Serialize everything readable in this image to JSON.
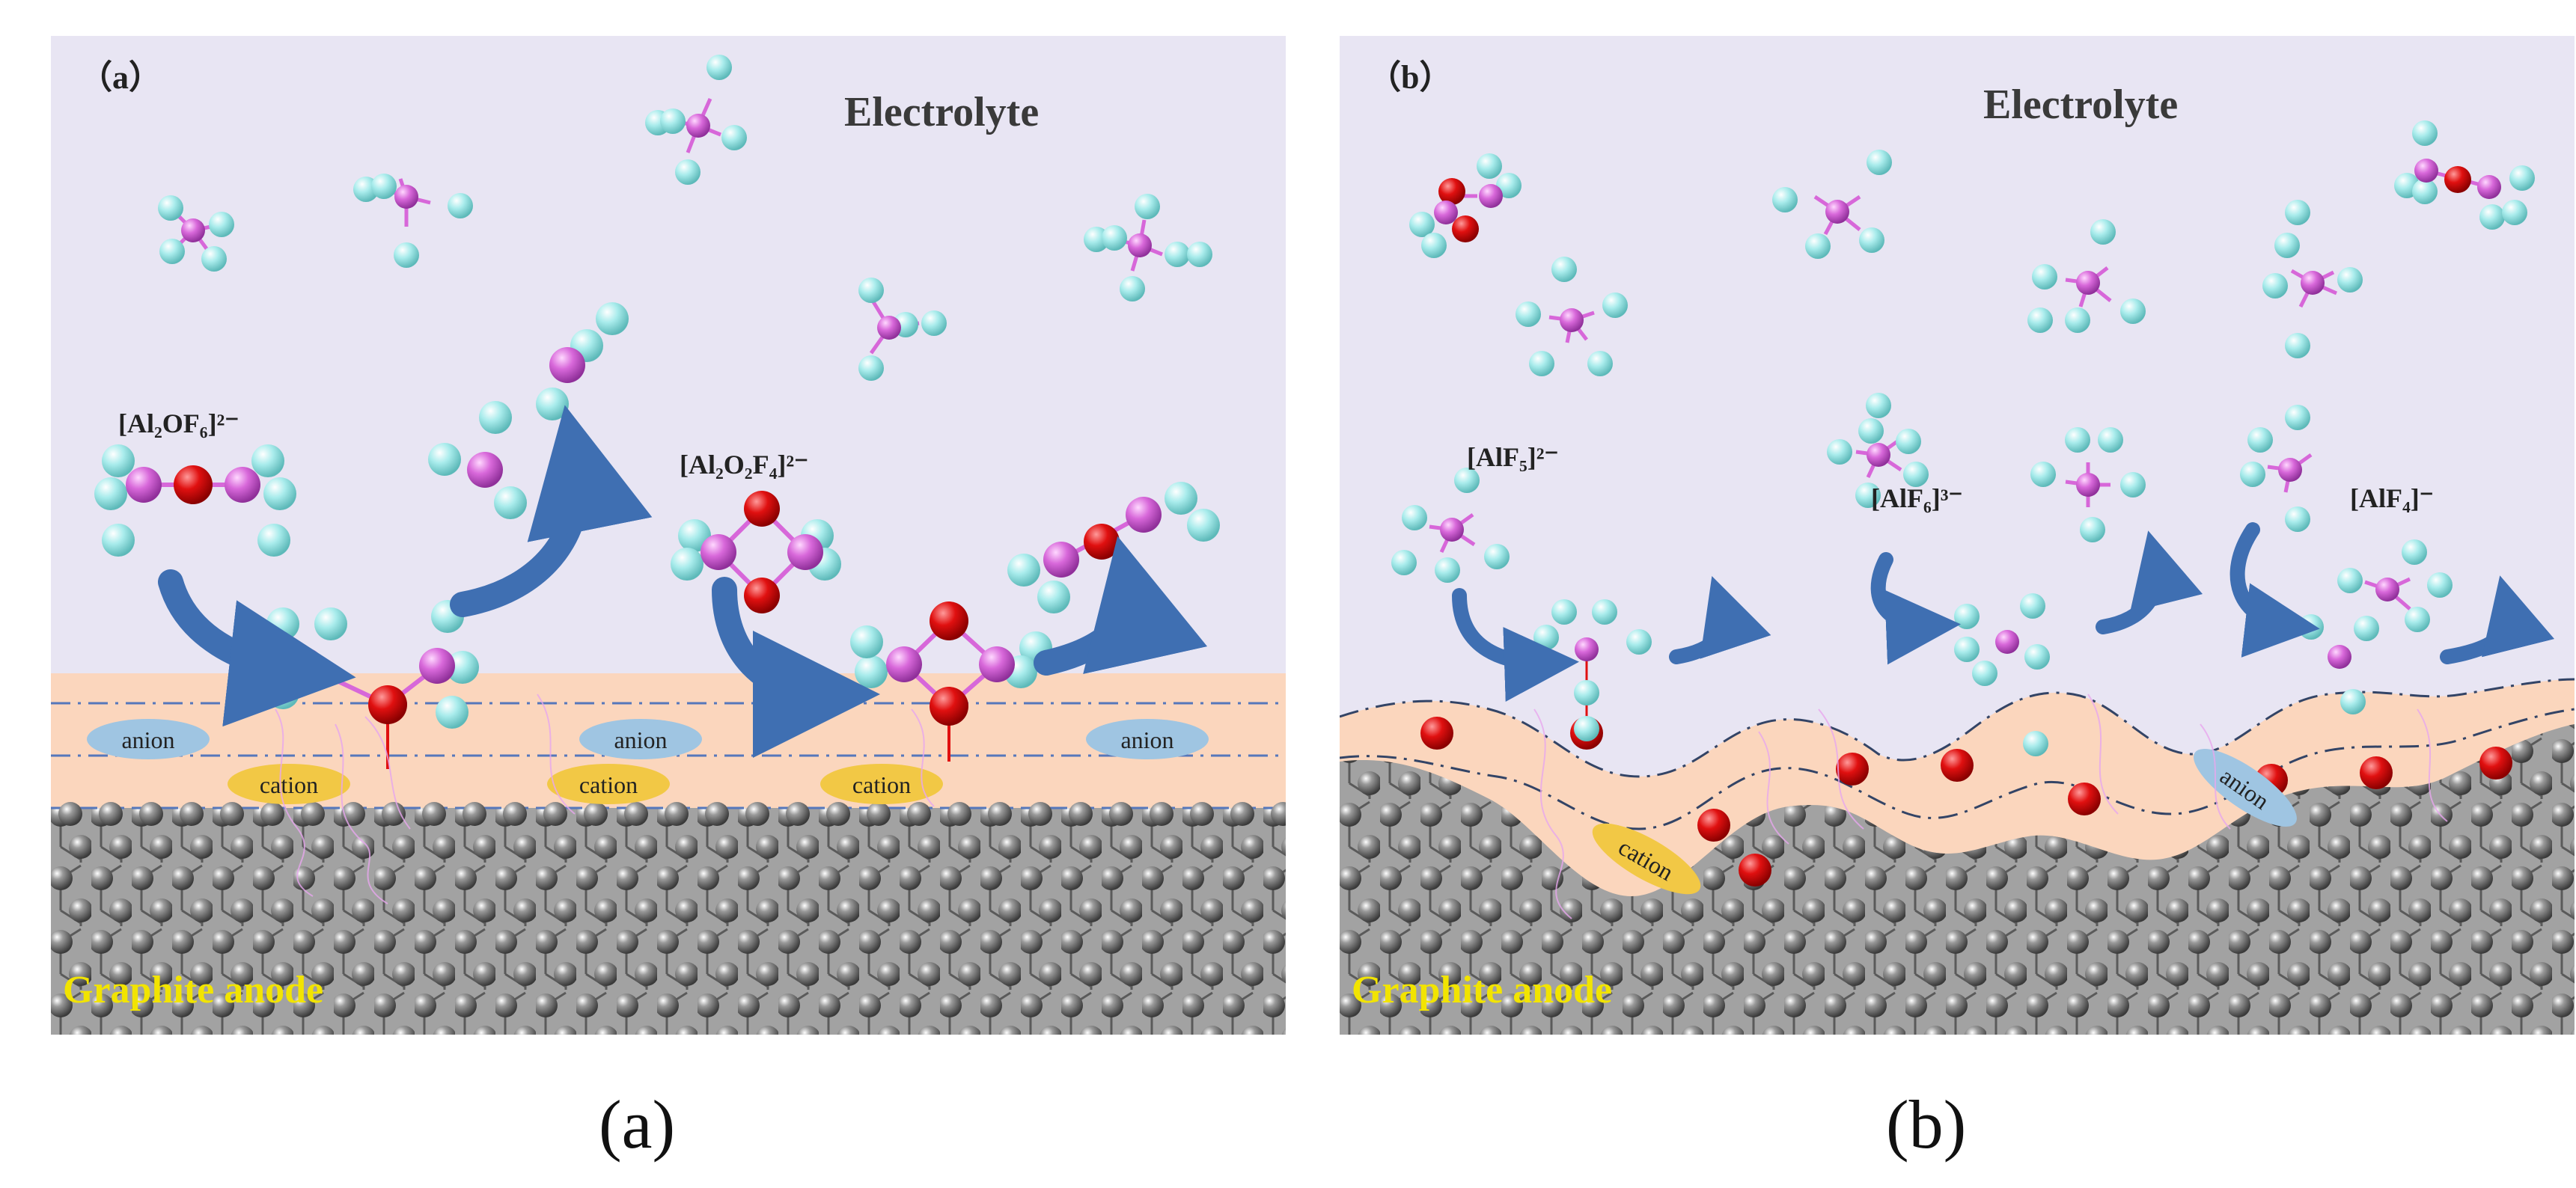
{
  "panel_a": {
    "tag": "（a）",
    "region_label": "Electrolyte",
    "electrode_label": "Graphite anode",
    "complex_label_1": "[Al₂OF₆]²⁻",
    "complex_label_2": "[Al₂O₂F₄]²⁻",
    "anion_label": "anion",
    "cation_label": "cation"
  },
  "panel_b": {
    "tag": "（b）",
    "region_label": "Electrolyte",
    "electrode_label": "Graphite anode",
    "complex_label_1": "[AlF₅]²⁻",
    "complex_label_2": "[AlF₆]³⁻",
    "complex_label_3": "[AlF₄]⁻",
    "anion_label": "anion",
    "cation_label": "cation"
  },
  "captions": {
    "a": "(a)",
    "b": "(b)"
  },
  "colors": {
    "electrolyte_bg": "#e8e5f3",
    "interface_layer": "#fbd6bd",
    "graphite_bg": "#a2a2a2",
    "carbon_atom": "#6e6e6e",
    "fluorine_atom": "#a7e8e8",
    "aluminum_atom": "#d767d9",
    "oxygen_atom": "#e01010",
    "arrow": "#3f6fb2",
    "anion_ellipse": "#9fc5e2",
    "cation_ellipse": "#f2c845",
    "electrode_label_color": "#f2e400",
    "dashed_line": "#5577bb"
  }
}
